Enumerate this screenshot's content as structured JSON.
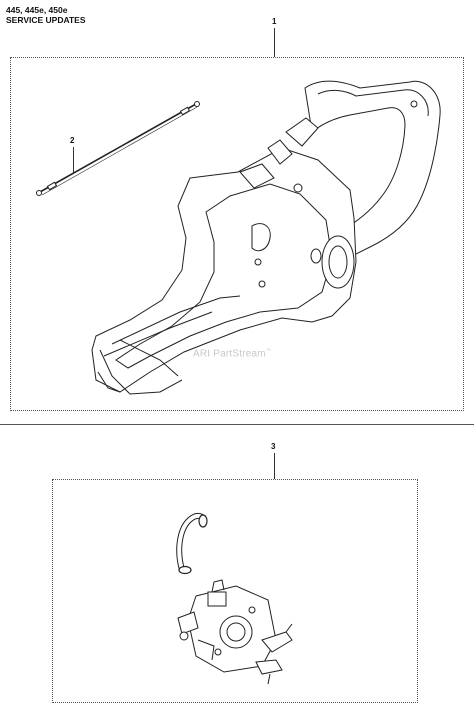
{
  "header": {
    "models": "445, 445e, 450e",
    "section": "SERVICE UPDATES"
  },
  "callouts": [
    {
      "id": "1"
    },
    {
      "id": "2"
    },
    {
      "id": "3"
    }
  ],
  "watermark": {
    "text": "ARI PartStream",
    "mark": "™"
  }
}
